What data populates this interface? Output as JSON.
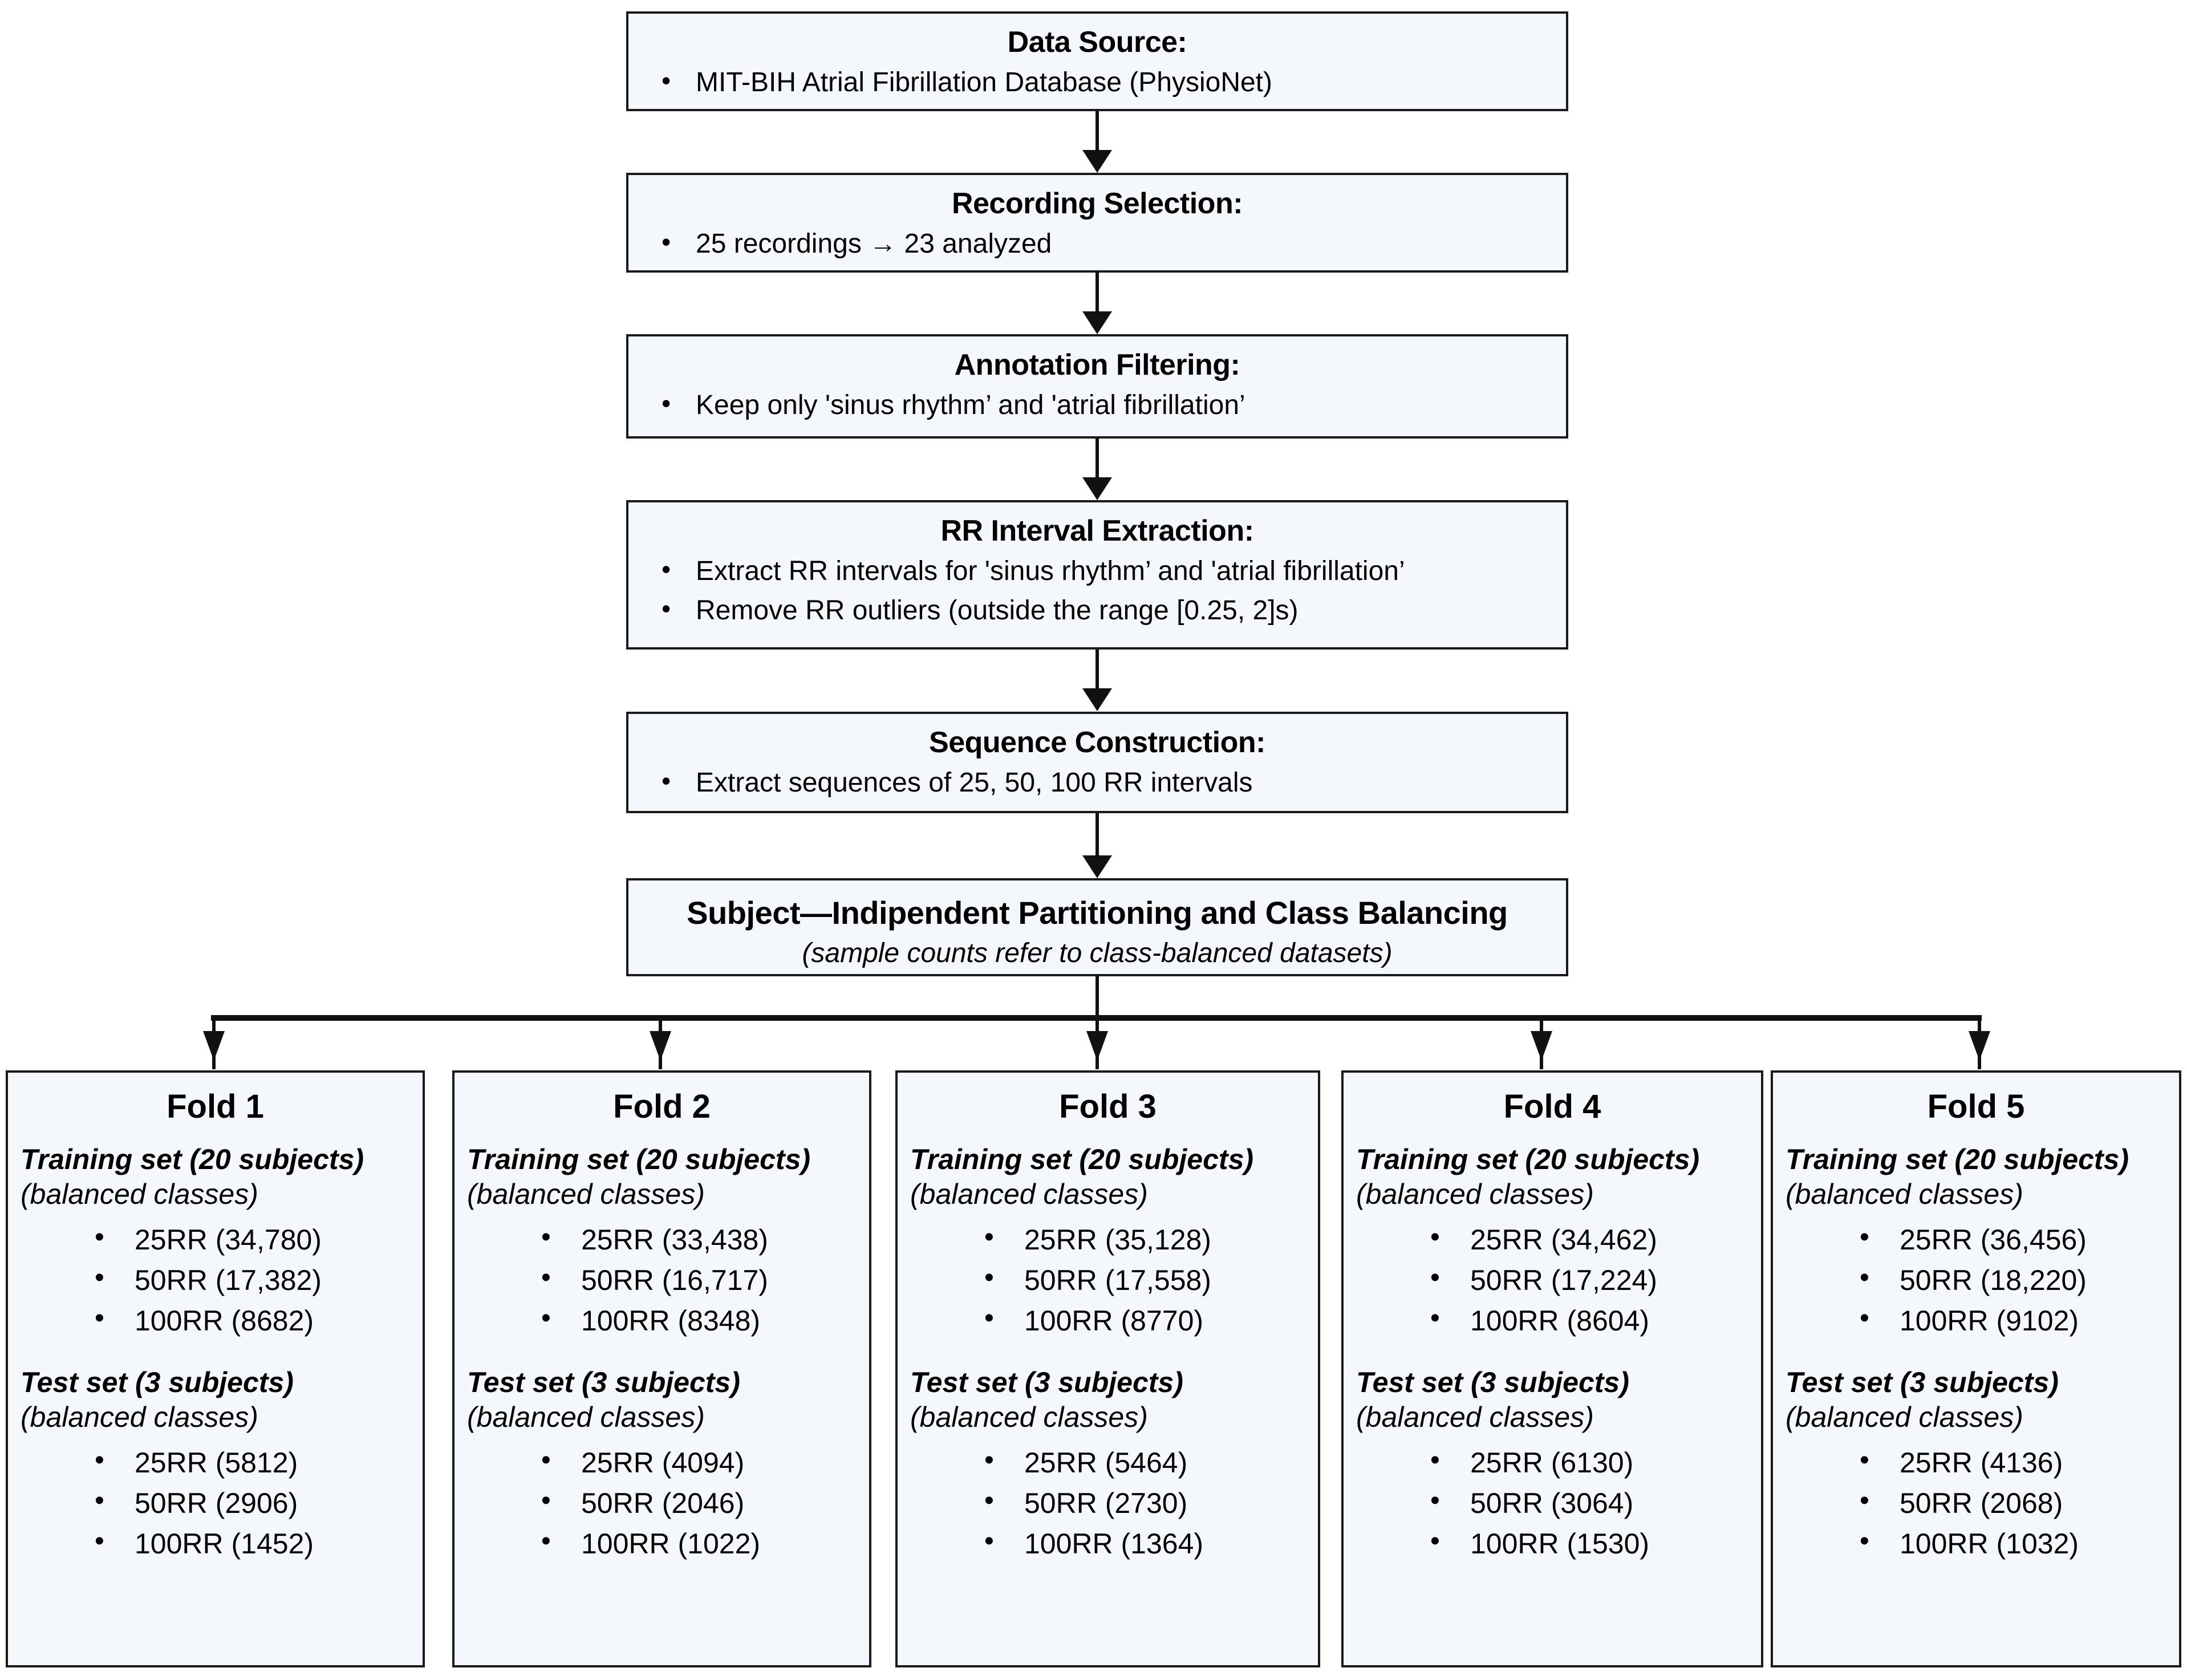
{
  "diagram": {
    "title": "Data preparation and 5-fold subject-independent partitioning pipeline",
    "colors": {
      "box_fill": "#f4f8fc",
      "box_border": "#1a1a1a",
      "connector": "#111111",
      "page_background": "#ffffff"
    }
  },
  "pipeline": [
    {
      "id": "data-source",
      "title": "Data Source:",
      "bullets": [
        "MIT-BIH Atrial Fibrillation Database (PhysioNet)"
      ]
    },
    {
      "id": "recording-selection",
      "title": "Recording Selection:",
      "bullets": [
        "25 recordings → 23 analyzed"
      ]
    },
    {
      "id": "annotation-filtering",
      "title": "Annotation Filtering:",
      "bullets": [
        "Keep only 'sinus rhythm’ and 'atrial fibrillation’"
      ]
    },
    {
      "id": "rr-interval-extraction",
      "title": "RR Interval Extraction:",
      "bullets": [
        "Extract RR intervals for 'sinus rhythm’ and 'atrial fibrillation’",
        "Remove RR outliers (outside the range [0.25, 2]s)"
      ]
    },
    {
      "id": "sequence-construction",
      "title": "Sequence Construction:",
      "bullets": [
        "Extract sequences of 25, 50, 100 RR intervals"
      ]
    },
    {
      "id": "partitioning",
      "title": "Subject—Indipendent Partitioning and Class Balancing",
      "subtitle": "(sample counts refer to class-balanced datasets)",
      "bullets": []
    }
  ],
  "folds": [
    {
      "title": "Fold 1",
      "training": {
        "heading": "Training set (20 subjects)",
        "sub": "(balanced classes)",
        "items": [
          "25RR (34,780)",
          "50RR (17,382)",
          "100RR (8682)"
        ]
      },
      "test": {
        "heading": "Test set (3 subjects)",
        "sub": "(balanced classes)",
        "items": [
          "25RR (5812)",
          "50RR (2906)",
          "100RR (1452)"
        ]
      }
    },
    {
      "title": "Fold 2",
      "training": {
        "heading": "Training set (20 subjects)",
        "sub": "(balanced classes)",
        "items": [
          "25RR (33,438)",
          "50RR (16,717)",
          "100RR (8348)"
        ]
      },
      "test": {
        "heading": "Test set (3 subjects)",
        "sub": "(balanced classes)",
        "items": [
          "25RR (4094)",
          "50RR (2046)",
          "100RR (1022)"
        ]
      }
    },
    {
      "title": "Fold 3",
      "training": {
        "heading": "Training set (20 subjects)",
        "sub": "(balanced classes)",
        "items": [
          "25RR (35,128)",
          "50RR (17,558)",
          "100RR (8770)"
        ]
      },
      "test": {
        "heading": "Test set (3 subjects)",
        "sub": "(balanced classes)",
        "items": [
          "25RR (5464)",
          "50RR (2730)",
          "100RR (1364)"
        ]
      }
    },
    {
      "title": "Fold 4",
      "training": {
        "heading": "Training set (20 subjects)",
        "sub": "(balanced classes)",
        "items": [
          "25RR (34,462)",
          "50RR (17,224)",
          "100RR (8604)"
        ]
      },
      "test": {
        "heading": "Test set (3 subjects)",
        "sub": "(balanced classes)",
        "items": [
          "25RR (6130)",
          "50RR (3064)",
          "100RR (1530)"
        ]
      }
    },
    {
      "title": "Fold 5",
      "training": {
        "heading": "Training set (20 subjects)",
        "sub": "(balanced classes)",
        "items": [
          "25RR (36,456)",
          "50RR (18,220)",
          "100RR (9102)"
        ]
      },
      "test": {
        "heading": "Test set (3 subjects)",
        "sub": "(balanced classes)",
        "items": [
          "25RR (4136)",
          "50RR (2068)",
          "100RR (1032)"
        ]
      }
    }
  ]
}
